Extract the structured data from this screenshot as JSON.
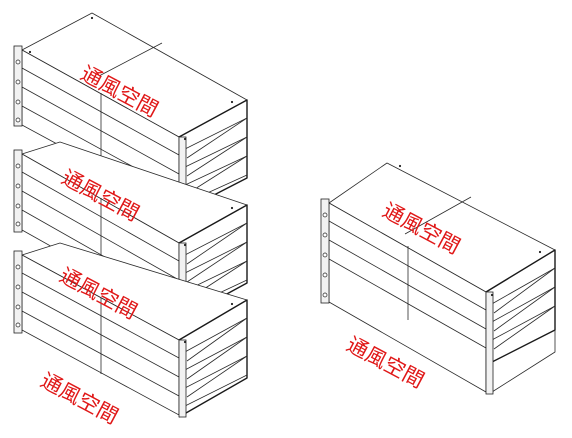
{
  "labels": {
    "vent_1": "通風空間",
    "vent_2": "通風空間",
    "vent_3": "通風空間",
    "vent_4": "通風空間",
    "vent_5": "通風空間",
    "vent_6": "通風空間"
  },
  "colors": {
    "label": "#e01818",
    "line": "#2a2a2a",
    "background": "#ffffff"
  }
}
